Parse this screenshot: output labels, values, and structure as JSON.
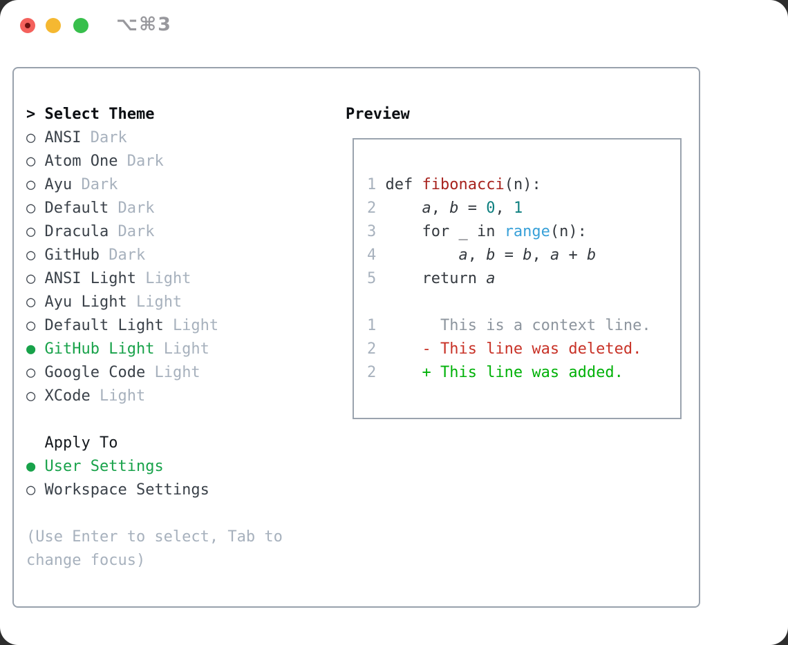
{
  "window": {
    "title": "⌥⌘3",
    "controls": {
      "close": "close",
      "minimize": "minimize",
      "zoom": "zoom"
    }
  },
  "theme_picker": {
    "prompt": ">",
    "header": "Select Theme",
    "items": [
      {
        "name": "ANSI",
        "tag": "Dark",
        "selected": false
      },
      {
        "name": "Atom One",
        "tag": "Dark",
        "selected": false
      },
      {
        "name": "Ayu",
        "tag": "Dark",
        "selected": false
      },
      {
        "name": "Default",
        "tag": "Dark",
        "selected": false
      },
      {
        "name": "Dracula",
        "tag": "Dark",
        "selected": false
      },
      {
        "name": "GitHub",
        "tag": "Dark",
        "selected": false
      },
      {
        "name": "ANSI Light",
        "tag": "Light",
        "selected": false
      },
      {
        "name": "Ayu Light",
        "tag": "Light",
        "selected": false
      },
      {
        "name": "Default Light",
        "tag": "Light",
        "selected": false
      },
      {
        "name": "GitHub Light",
        "tag": "Light",
        "selected": true
      },
      {
        "name": "Google Code",
        "tag": "Light",
        "selected": false
      },
      {
        "name": "XCode",
        "tag": "Light",
        "selected": false
      }
    ]
  },
  "apply_to": {
    "header": "Apply To",
    "options": [
      {
        "name": "User Settings",
        "selected": true
      },
      {
        "name": "Workspace Settings",
        "selected": false
      }
    ]
  },
  "help_text": "(Use Enter to select, Tab to change focus)",
  "preview": {
    "header": "Preview",
    "code_lines": [
      {
        "num": "1",
        "tokens": [
          {
            "t": "def "
          },
          {
            "t": "fibonacci",
            "c": "fn"
          },
          {
            "t": "(n):"
          }
        ]
      },
      {
        "num": "2",
        "tokens": [
          {
            "t": "    "
          },
          {
            "t": "a",
            "c": "var"
          },
          {
            "t": ", "
          },
          {
            "t": "b",
            "c": "var"
          },
          {
            "t": " = "
          },
          {
            "t": "0",
            "c": "num"
          },
          {
            "t": ", "
          },
          {
            "t": "1",
            "c": "num"
          }
        ]
      },
      {
        "num": "3",
        "tokens": [
          {
            "t": "    for _ in "
          },
          {
            "t": "range",
            "c": "bi"
          },
          {
            "t": "(n):"
          }
        ]
      },
      {
        "num": "4",
        "tokens": [
          {
            "t": "        "
          },
          {
            "t": "a",
            "c": "var"
          },
          {
            "t": ", "
          },
          {
            "t": "b",
            "c": "var"
          },
          {
            "t": " = "
          },
          {
            "t": "b",
            "c": "var"
          },
          {
            "t": ", "
          },
          {
            "t": "a",
            "c": "var"
          },
          {
            "t": " + "
          },
          {
            "t": "b",
            "c": "var"
          }
        ]
      },
      {
        "num": "5",
        "tokens": [
          {
            "t": "    return "
          },
          {
            "t": "a",
            "c": "var"
          }
        ]
      }
    ],
    "diff_lines": [
      {
        "num": "1",
        "tokens": [
          {
            "t": "      This is a context line.",
            "c": "ctx"
          }
        ]
      },
      {
        "num": "2",
        "tokens": [
          {
            "t": "    - This line was deleted.",
            "c": "del"
          }
        ]
      },
      {
        "num": "2",
        "tokens": [
          {
            "t": "    + This line was added.",
            "c": "add"
          }
        ]
      }
    ]
  },
  "colors": {
    "selected_green": "#18a24a",
    "added_green": "#00b108",
    "deleted_red": "#c83227",
    "function_red": "#a7221d",
    "number_teal": "#0d7f7f",
    "builtin_blue": "#38a0d8",
    "muted_gray": "#a7b1bd",
    "text_dark": "#3a4149",
    "border_gray": "#98a1ac",
    "traffic_red": "#f4615c",
    "traffic_yellow": "#f5b831",
    "traffic_green": "#38bf4c"
  }
}
